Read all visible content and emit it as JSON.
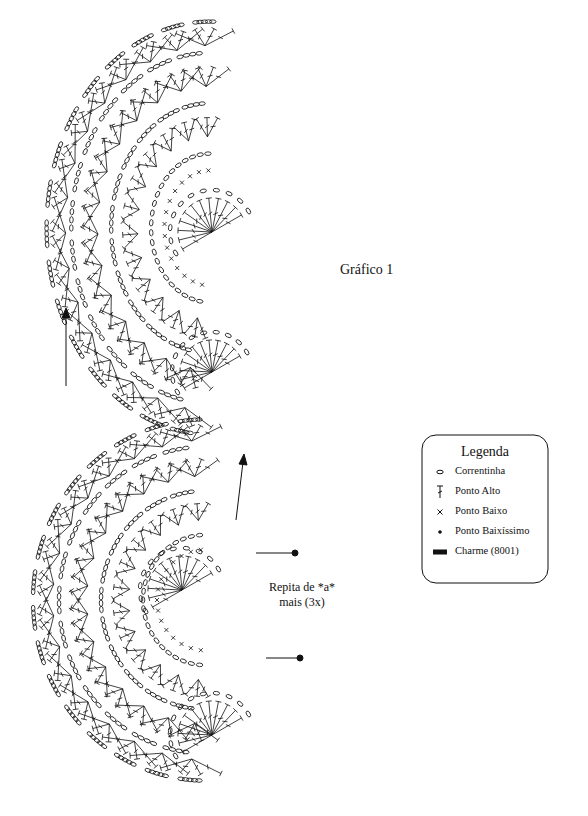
{
  "diagram": {
    "title": "Gráfico 1",
    "labels": [
      "Legenda",
      "Repita de *a* mais (3x)"
    ],
    "legend": [
      {
        "text": "Correntinha"
      },
      {
        "text": "Ponto Alto"
      },
      {
        "text": "Ponto Baixo"
      },
      {
        "text": "Ponto Baixíssimo"
      },
      {
        "text": "Charme (8001)"
      }
    ]
  }
}
